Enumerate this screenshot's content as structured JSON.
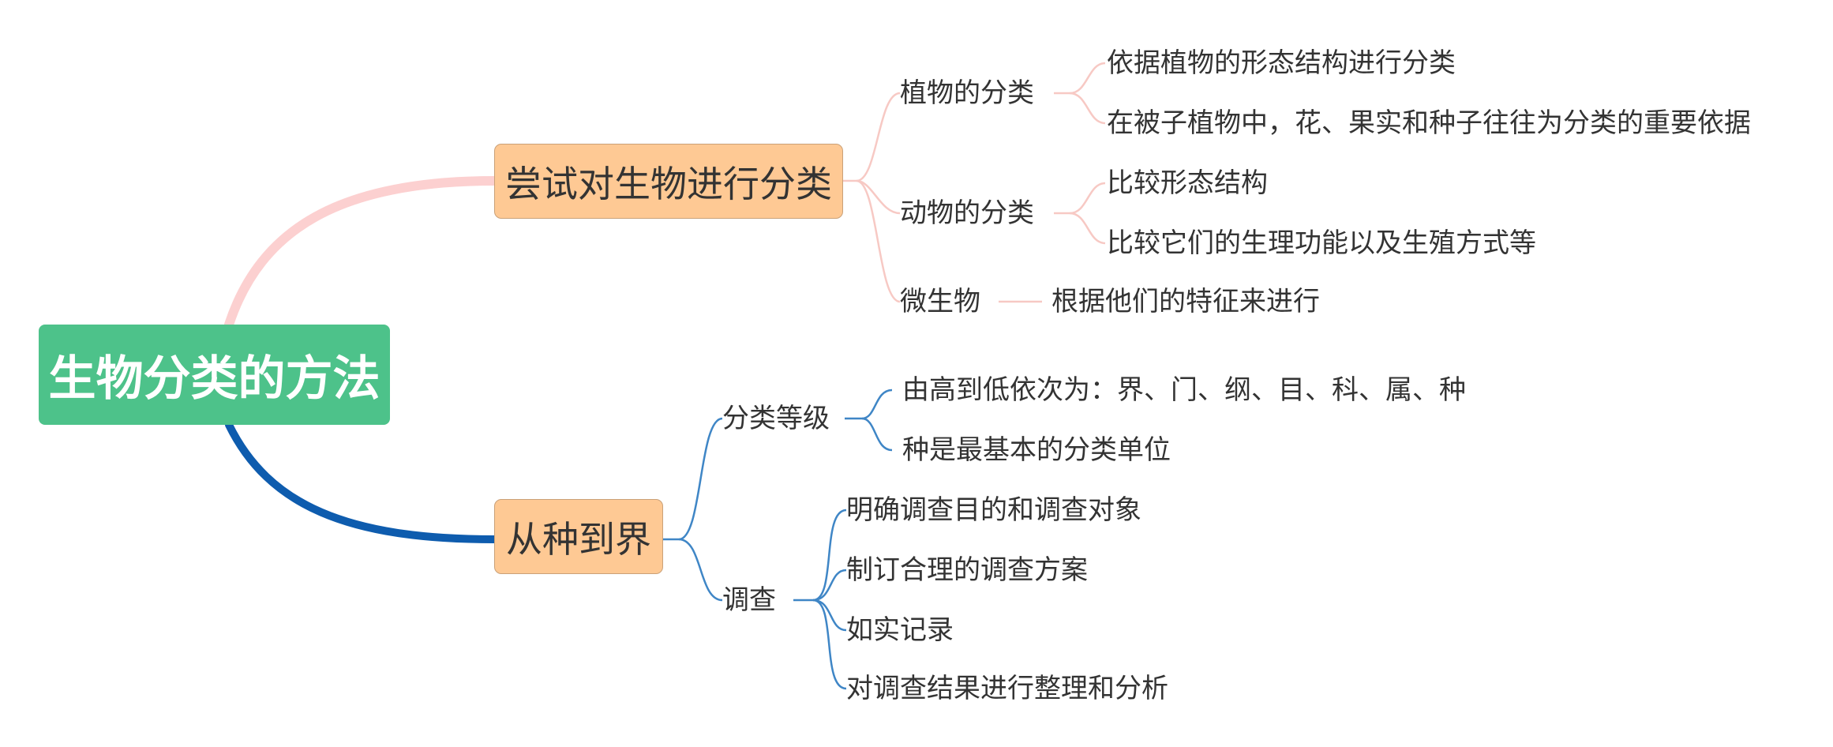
{
  "root": {
    "label": "生物分类的方法"
  },
  "branch_try": {
    "label": "尝试对生物进行分类",
    "plant": {
      "label": "植物的分类",
      "items": [
        "依据植物的形态结构进行分类",
        "在被子植物中，花、果实和种子往往为分类的重要依据"
      ]
    },
    "animal": {
      "label": "动物的分类",
      "items": [
        "比较形态结构",
        "比较它们的生理功能以及生殖方式等"
      ]
    },
    "microbe": {
      "label": "微生物",
      "items": [
        "根据他们的特征来进行"
      ]
    }
  },
  "branch_rank": {
    "label": "从种到界",
    "levels": {
      "label": "分类等级",
      "items": [
        "由高到低依次为：界、门、纲、目、科、属、种",
        "种是最基本的分类单位"
      ]
    },
    "survey": {
      "label": "调查",
      "items": [
        "明确调查目的和调查对象",
        "制订合理的调查方案",
        "如实记录",
        "对调查结果进行整理和分析"
      ]
    }
  },
  "colors": {
    "root_fill": "#4dc28a",
    "main_fill": "#fec994",
    "branch_top": "#fcd0d0",
    "branch_bottom": "#0e5cae",
    "sub_line_top": "#f7c9c4",
    "sub_line_bottom": "#3f86c6"
  }
}
